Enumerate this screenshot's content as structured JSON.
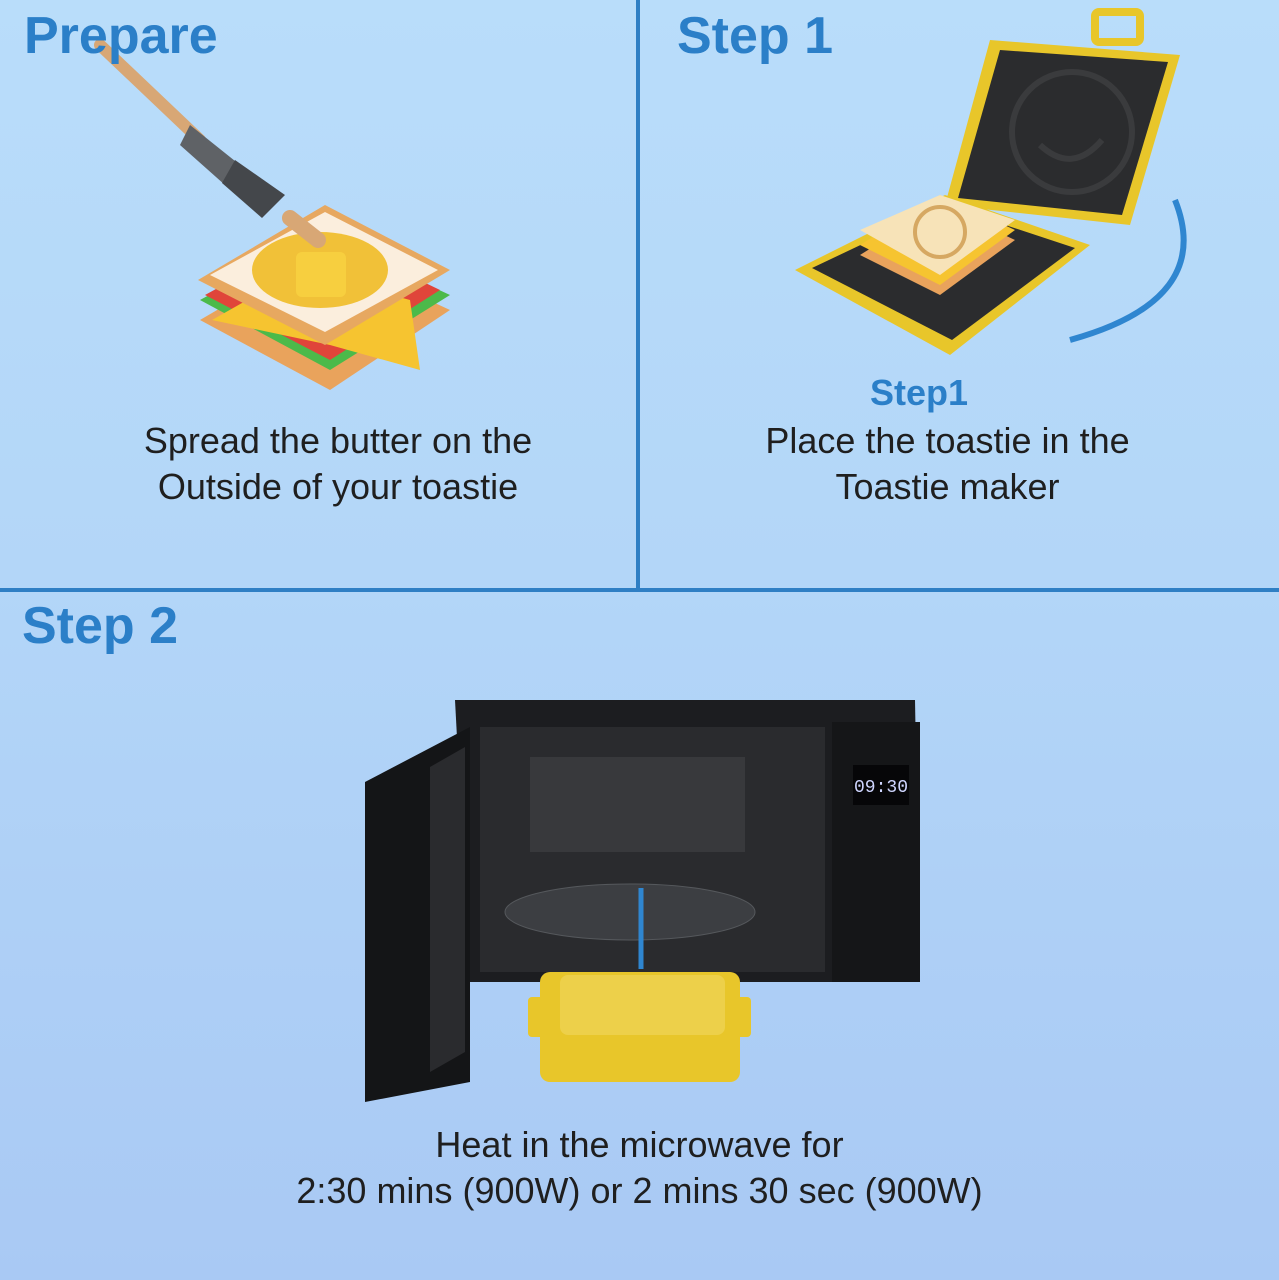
{
  "prepare": {
    "title": "Prepare",
    "caption_line1": "Spread the butter on the",
    "caption_line2": "Outside of your toastie"
  },
  "step1": {
    "title": "Step 1",
    "sublabel": "Step1",
    "caption_line1": "Place the toastie in the",
    "caption_line2": "Toastie maker"
  },
  "step2": {
    "title": "Step 2",
    "microwave_display": "09:30",
    "caption_line1": "Heat in the microwave for",
    "caption_line2": "2:30 mins (900W) or 2 mins 30 sec (900W)"
  },
  "colors": {
    "heading": "#2b7fc8",
    "divider": "#2f7fc4",
    "toastie_maker": "#e8c62a",
    "microwave": "#1c1d20"
  }
}
